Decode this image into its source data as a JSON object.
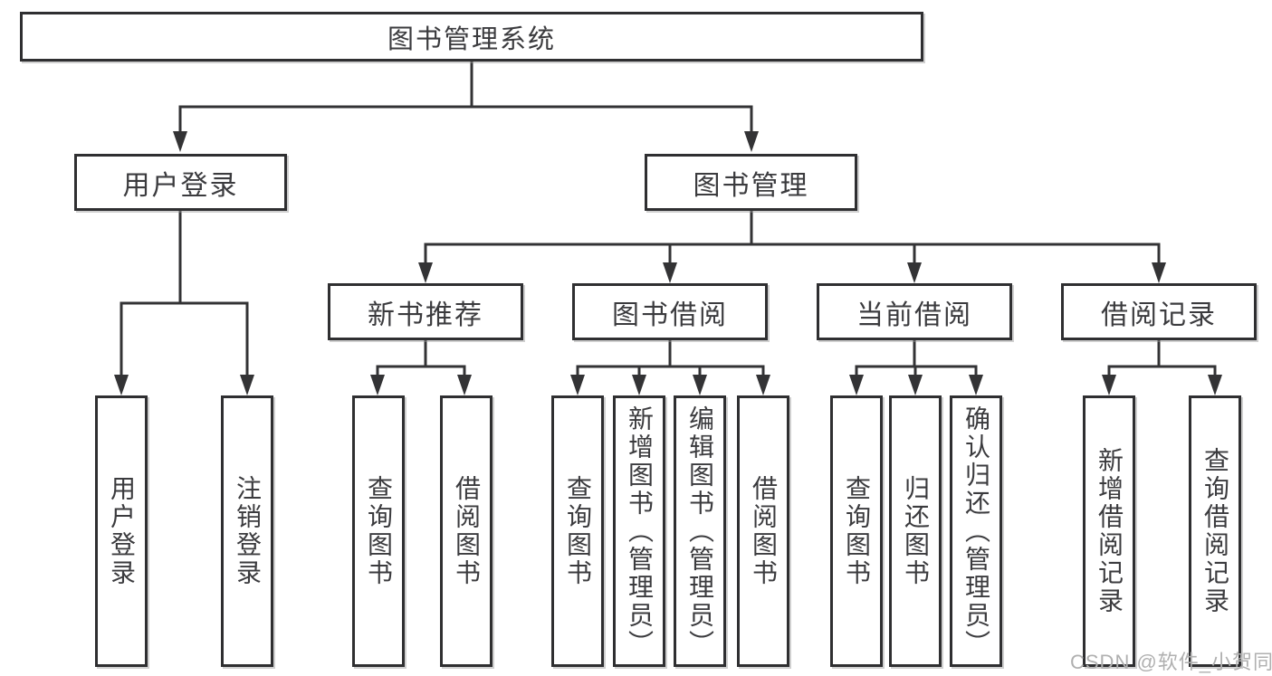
{
  "tree": {
    "label": "图书管理系统",
    "children": [
      {
        "label": "用户登录",
        "children": [
          {
            "label": "用户登录"
          },
          {
            "label": "注销登录"
          }
        ]
      },
      {
        "label": "图书管理",
        "children": [
          {
            "label": "新书推荐",
            "children": [
              {
                "label": "查询图书"
              },
              {
                "label": "借阅图书"
              }
            ]
          },
          {
            "label": "图书借阅",
            "children": [
              {
                "label": "查询图书"
              },
              {
                "label": "新增图书（管理员）"
              },
              {
                "label": "编辑图书（管理员）"
              },
              {
                "label": "借阅图书"
              }
            ]
          },
          {
            "label": "当前借阅",
            "children": [
              {
                "label": "查询图书"
              },
              {
                "label": "归还图书"
              },
              {
                "label": "确认归还（管理员）"
              }
            ]
          },
          {
            "label": "借阅记录",
            "children": [
              {
                "label": "新增借阅记录"
              },
              {
                "label": "查询借阅记录"
              }
            ]
          }
        ]
      }
    ]
  },
  "watermark": {
    "text": "CSDN @软件_小贺同学"
  },
  "colors": {
    "line": "#333335",
    "border": "#2f2f31",
    "text": "#3b3b3e",
    "watermark": "#b0b0b0",
    "background": "#ffffff"
  }
}
